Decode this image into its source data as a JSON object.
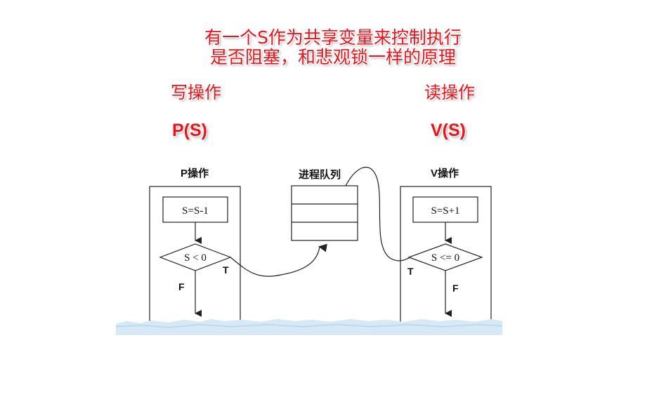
{
  "header": {
    "line1": "有一个S作为共享变量来控制执行",
    "line2": "是否阻塞，和悲观锁一样的原理"
  },
  "write_op": {
    "label": "写操作",
    "func": "P(S)"
  },
  "read_op": {
    "label": "读操作",
    "func": "V(S)"
  },
  "diagram": {
    "p_title": "P操作",
    "p_step": "S=S-1",
    "p_condition": "S < 0",
    "p_true": "T",
    "p_false": "F",
    "queue_title": "进程队列",
    "v_title": "V操作",
    "v_step": "S=S+1",
    "v_condition": "S <= 0",
    "v_true": "T",
    "v_false": "F"
  },
  "colors": {
    "accent": "#e8141b",
    "water": "#d6e9f5"
  }
}
